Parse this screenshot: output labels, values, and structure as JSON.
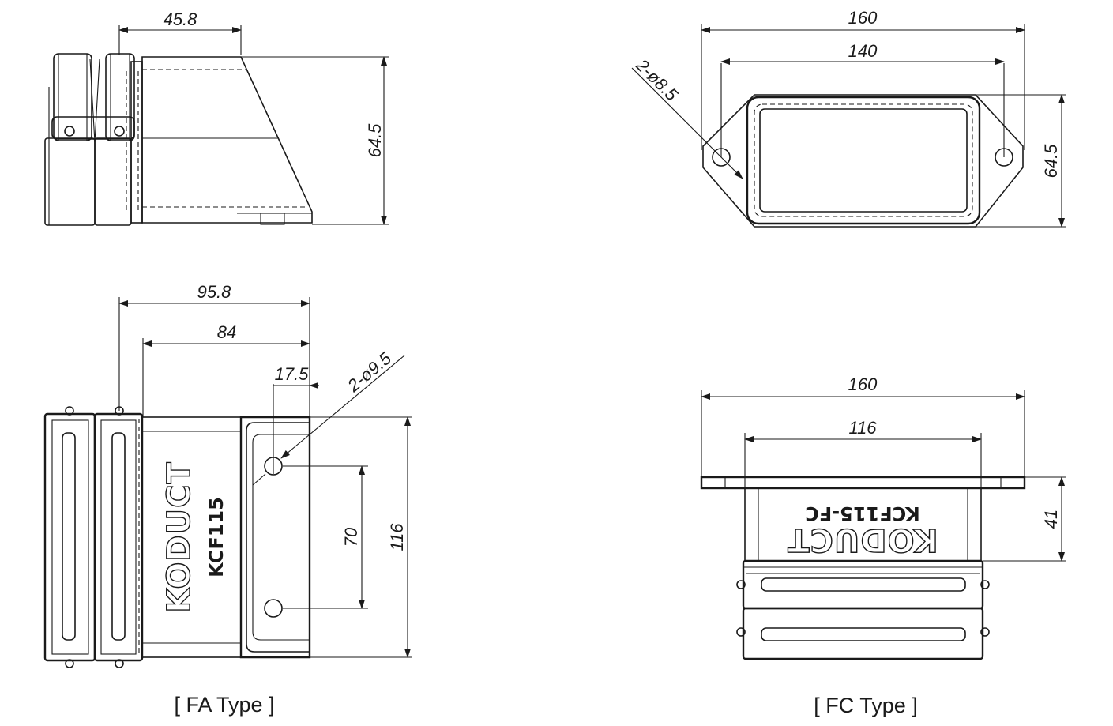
{
  "fa_top": {
    "dim_width": "45.8",
    "dim_height": "64.5"
  },
  "fc_top": {
    "dim_outer": "160",
    "dim_pitch": "140",
    "dim_holes": "2-ø8.5",
    "dim_height": "64.5"
  },
  "fa_front": {
    "dim_total": "95.8",
    "dim_84": "84",
    "dim_offset": "17.5",
    "dim_holes": "2-ø9.5",
    "dim_pitch": "70",
    "dim_height": "116",
    "logo": "KODUCT",
    "model": "KCF115"
  },
  "fc_front": {
    "dim_outer": "160",
    "dim_inner": "116",
    "dim_height": "41",
    "logo": "KODUCT",
    "model": "KCF115-FC"
  },
  "captions": {
    "fa": "[ FA Type ]",
    "fc": "[ FC Type ]"
  }
}
